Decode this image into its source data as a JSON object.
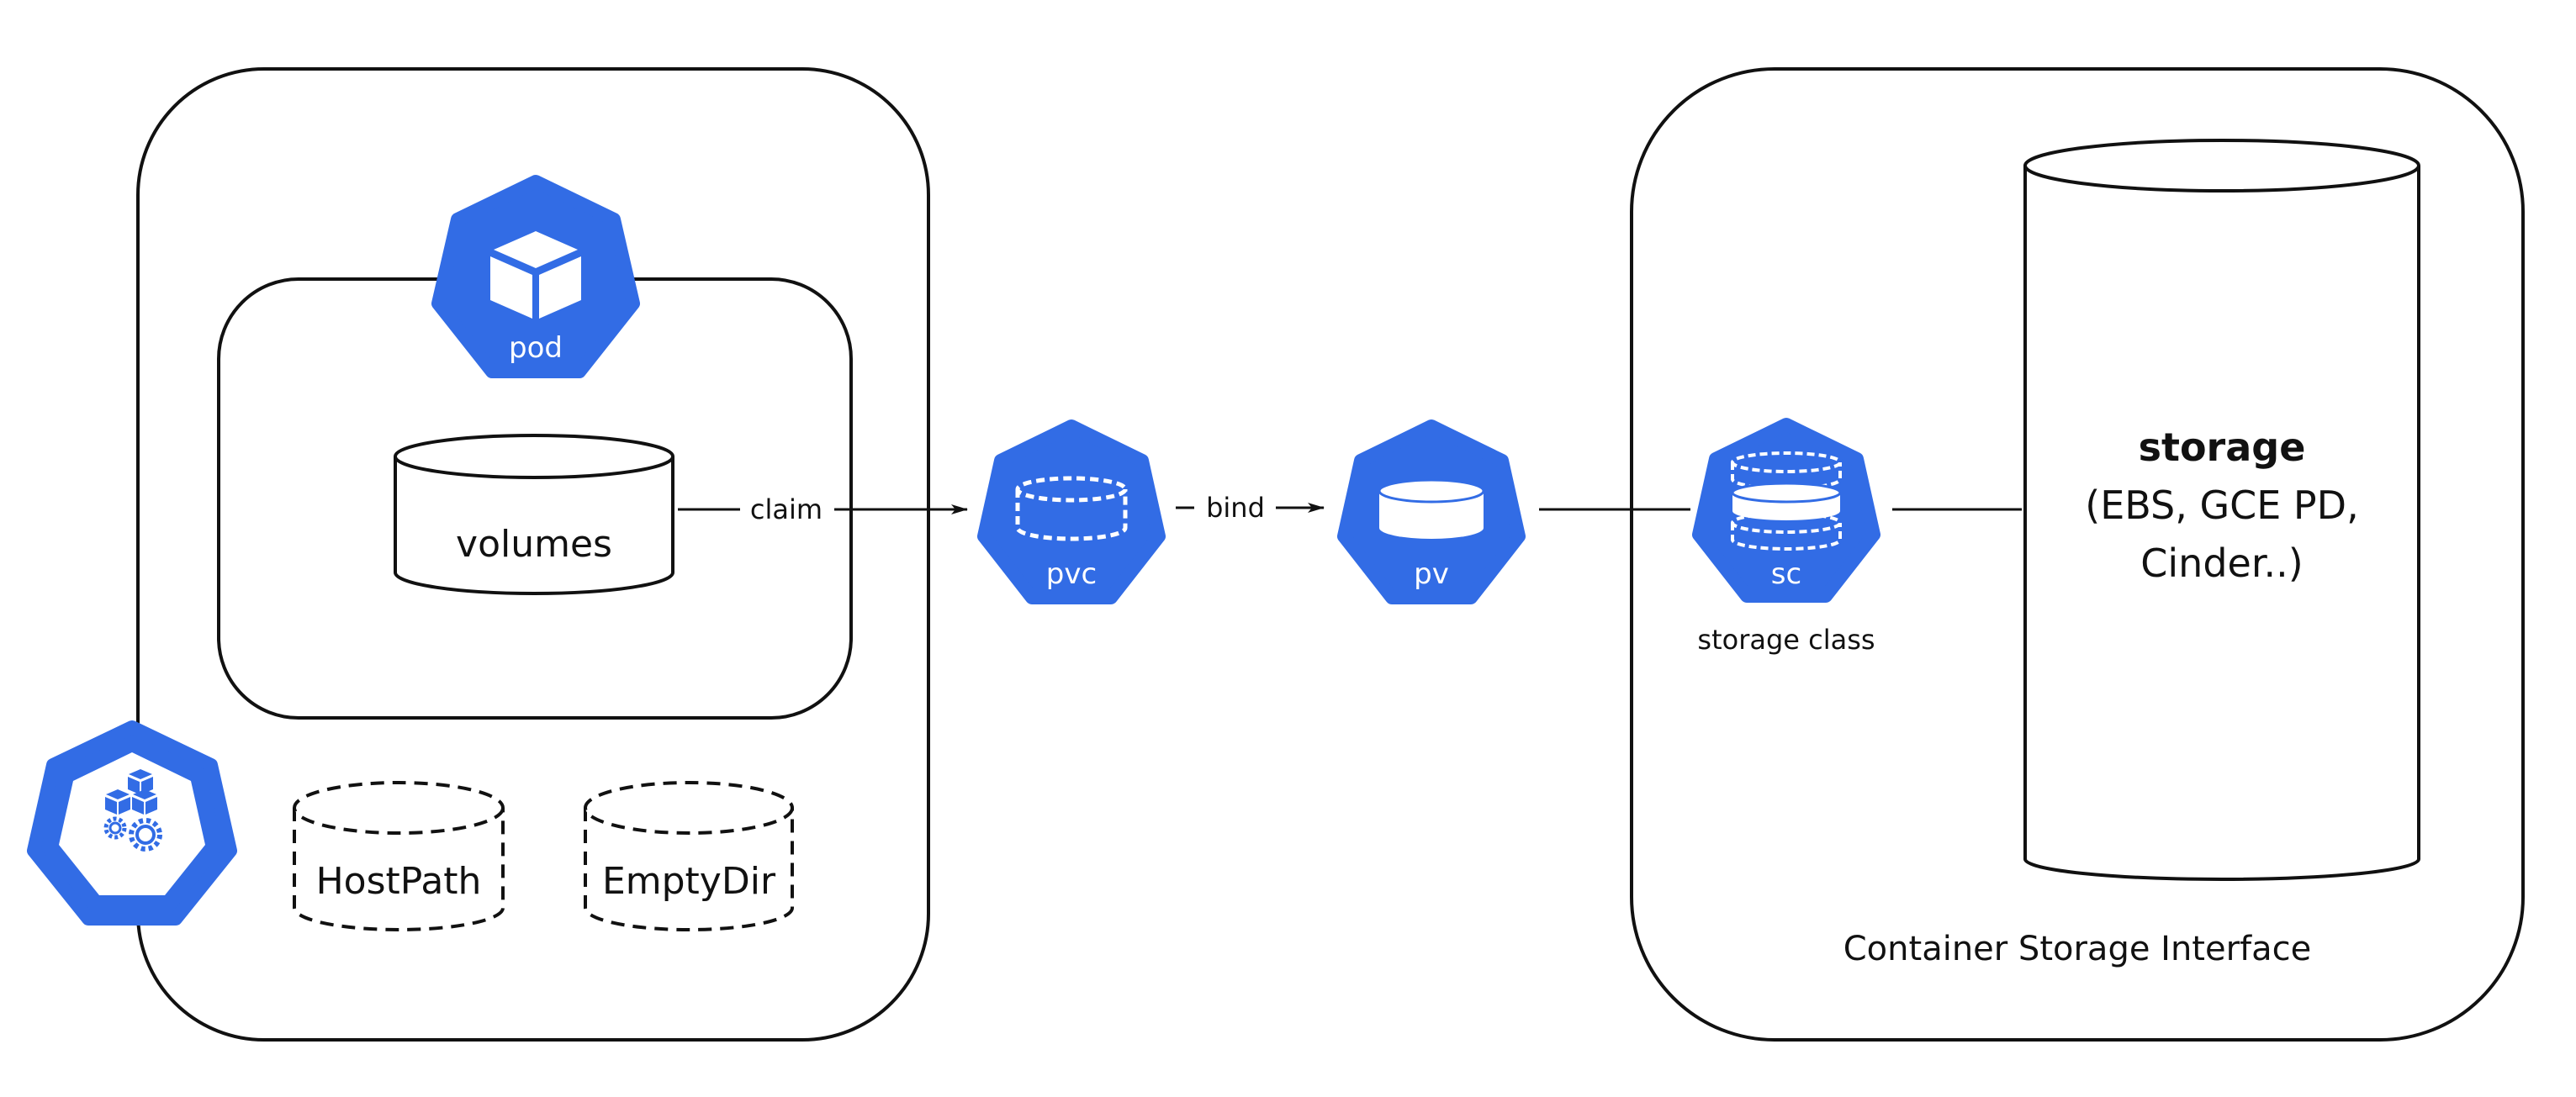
{
  "colors": {
    "k8s_blue": "#326ce5",
    "stroke": "#111111",
    "background": "#ffffff"
  },
  "node": {
    "label": "node",
    "icon": "node-icon"
  },
  "pod": {
    "label": "pod",
    "icon": "cube-icon"
  },
  "volumes": {
    "label": "volumes"
  },
  "ephemeral_volumes": [
    {
      "label": "HostPath"
    },
    {
      "label": "EmptyDir"
    }
  ],
  "pvc": {
    "label": "pvc",
    "icon": "dashed-volume-icon"
  },
  "pv": {
    "label": "pv",
    "icon": "volume-icon"
  },
  "sc": {
    "label": "sc",
    "caption": "storage class",
    "icon": "stacked-volumes-icon"
  },
  "edges": {
    "claim": "claim",
    "bind": "bind"
  },
  "storage": {
    "title": "storage",
    "line1": "(EBS, GCE PD,",
    "line2": "Cinder..)"
  },
  "csi": {
    "label": "Container Storage Interface"
  }
}
